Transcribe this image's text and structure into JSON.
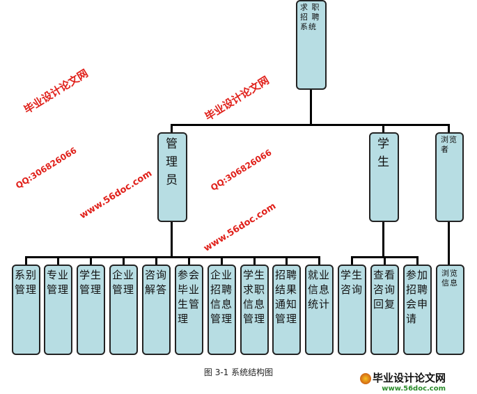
{
  "root": {
    "label": "求 职 招 聘 系统"
  },
  "level2": [
    {
      "label": "管理员"
    },
    {
      "label": "学生"
    },
    {
      "label": "浏览者"
    }
  ],
  "admin_children": [
    {
      "label": "系别管理"
    },
    {
      "label": "专业管理"
    },
    {
      "label": "学生管理"
    },
    {
      "label": "企业管理"
    },
    {
      "label": "咨询解答"
    },
    {
      "label": "参会毕业生管理"
    },
    {
      "label": "企业招聘信息管理"
    },
    {
      "label": "学生求职信息管理"
    },
    {
      "label": "招聘结果通知管理"
    },
    {
      "label": "就业信息统计"
    }
  ],
  "student_children": [
    {
      "label": "学生咨询"
    },
    {
      "label": "查看咨询回复"
    },
    {
      "label": "参加招聘会申请"
    }
  ],
  "visitor_children": [
    {
      "label": "浏览信息"
    }
  ],
  "caption": "图 3-1 系统结构图",
  "watermarks": {
    "site_name": "毕业设计论文网",
    "url": "www.56doc.com",
    "qq": "QQ:306826066"
  },
  "logo": {
    "name": "毕业设计论文网",
    "url": "www.56doc.com"
  }
}
